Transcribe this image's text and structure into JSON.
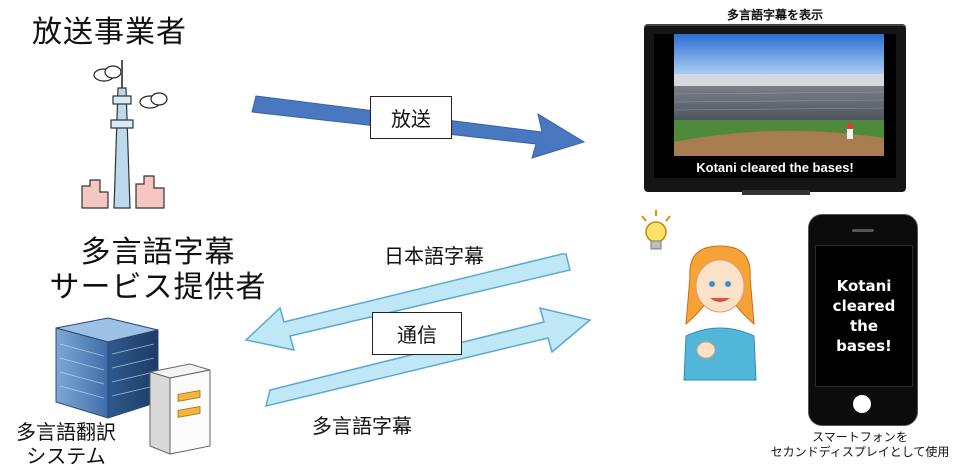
{
  "broadcaster": {
    "title": "放送事業者"
  },
  "provider": {
    "title_line1": "多言語字幕",
    "title_line2": "サービス提供者"
  },
  "translation_system": {
    "line1": "多言語翻訳",
    "line2": "システム"
  },
  "arrows": {
    "broadcast_label": "放送",
    "japanese_subtitles_label": "日本語字幕",
    "communication_label": "通信",
    "multilingual_subtitles_label": "多言語字幕"
  },
  "tv": {
    "caption": "多言語字幕を表示",
    "subtitle_text": "Kotani cleared the bases!"
  },
  "smartphone": {
    "screen_text": "Kotani cleared the bases!",
    "caption_line1": "スマートフォンを",
    "caption_line2": "セカンドディスプレイとして使用"
  },
  "colors": {
    "broadcast_arrow": "#4a78c0",
    "comm_arrow_fill": "#bfe7f5",
    "comm_arrow_stroke": "#58aacd",
    "tv_bezel": "#151515",
    "phone_body": "#0c0c0c"
  }
}
